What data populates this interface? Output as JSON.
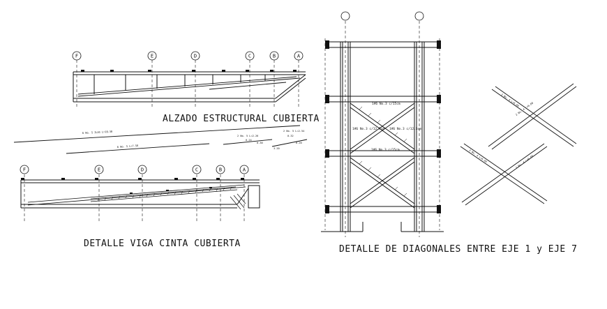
{
  "titles": {
    "roof_elevation": "ALZADO ESTRUCTURAL CUBIERTA",
    "beam_detail": "DETALLE VIGA CINTA CUBIERTA",
    "diagonals_detail": "DETALLE DE DIAGONALES ENTRE EJE 1 y EJE 7"
  },
  "axes": {
    "f": "F",
    "e": "E",
    "d": "D",
    "c": "C",
    "b": "B",
    "a": "A"
  },
  "notes": {
    "bar_main": "6 No. 5 ILAS L=10.30",
    "bar_second": "6 No. 5 L=7.58",
    "bar_short_a": "2 No. 5 L=2.26",
    "bar_short_b": "2 No. 5 L=2.54",
    "dim_a": "0.24",
    "dim_b": "0.30",
    "dim_c": "0.20",
    "dim_d": "3.20",
    "dim_e": "0.32",
    "frame_tag_top": "1#6 No.3 c/15cm",
    "frame_tag_left": "1#6 No.3 c/12.5cm",
    "frame_tag_right": "1#6 No.3 c/12.5cm",
    "frame_tag_mid": "1#6 No.3 c/15cm",
    "x_note_1": "3 No. 4 L=6.60",
    "x_note_2": "2 No. 4 L=6.60"
  }
}
